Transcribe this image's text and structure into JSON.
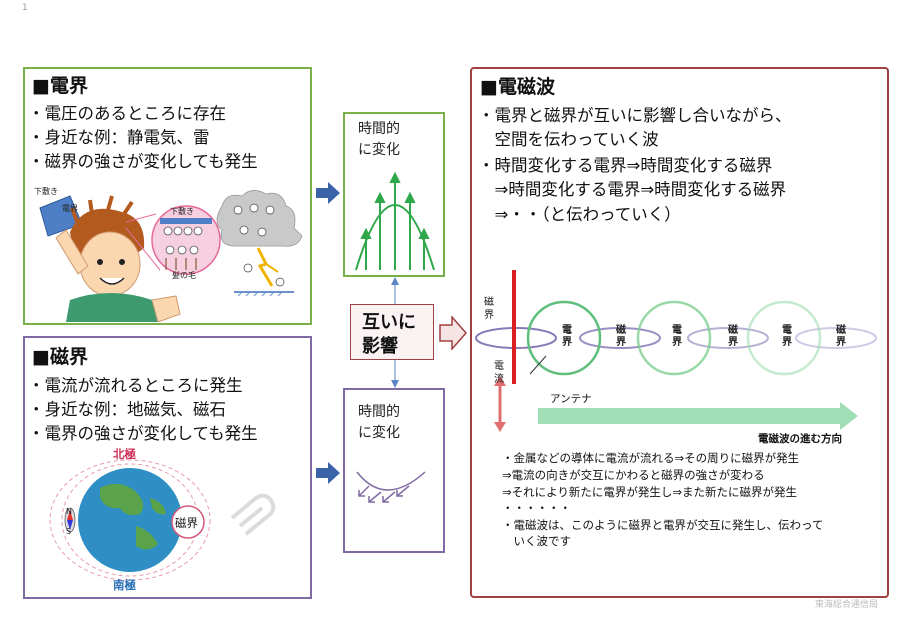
{
  "page_number": "1",
  "electric_field": {
    "heading": "■電界",
    "bullets": [
      "・電圧のあるところに存在",
      "・身近な例：静電気、雷",
      "・磁界の強さが変化しても発生"
    ],
    "labels": {
      "shitajiki": "下敷き",
      "denkai": "電界",
      "shitajiki2": "下敷き",
      "kami": "髪の毛"
    }
  },
  "magnetic_field": {
    "heading": "■磁界",
    "bullets": [
      "・電流が流れるところに発生",
      "・身近な例：地磁気、磁石",
      "・電界の強さが変化しても発生"
    ],
    "labels": {
      "north": "北極",
      "south": "南極",
      "n": "N",
      "s": "S",
      "jikai": "磁界"
    }
  },
  "temporal_top": {
    "line1": "時間的",
    "line2": "に変化"
  },
  "temporal_bottom": {
    "line1": "時間的",
    "line2": "に変化"
  },
  "mutual": {
    "line1": "互いに",
    "line2": "影響"
  },
  "em_wave": {
    "heading": "■電磁波",
    "bullets": [
      "・電界と磁界が互いに影響し合いながら、",
      "　空間を伝わっていく波",
      "・時間変化する電界⇒時間変化する磁界",
      "　⇒時間変化する電界⇒時間変化する磁界",
      "　⇒・・（と伝わっていく）"
    ],
    "diagram_labels": {
      "jikai_left": "磁界",
      "denryu": "電流",
      "antenna": "アンテナ",
      "direction": "電磁波の進む方向",
      "loops": [
        "電界",
        "磁界",
        "電界",
        "磁界",
        "電界",
        "磁界"
      ]
    },
    "notes": [
      "・金属などの導体に電流が流れる⇒その周りに磁界が発生",
      "⇒電流の向きが交互にかわると磁界の強さが変わる",
      "⇒それにより新たに電界が発生し⇒また新たに磁界が発生",
      "・・・・・・",
      "・電磁波は、このように磁界と電界が交互に発生し、伝わって",
      "　いく波です"
    ]
  },
  "footer": "東海総合通信局",
  "colors": {
    "green": "#7ab04a",
    "purple": "#7f6aa3",
    "red": "#a04040",
    "arrow_blue": "#3b63a8"
  }
}
